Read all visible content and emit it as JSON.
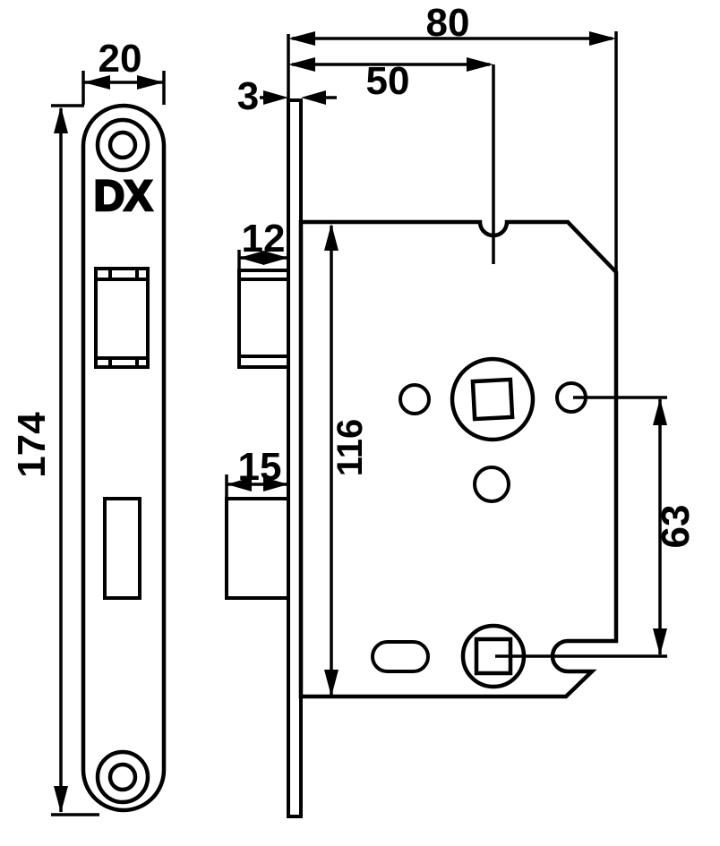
{
  "brand_label": "DX",
  "dimensions": {
    "faceplate_width": "20",
    "faceplate_height": "174",
    "faceplate_thickness": "3",
    "case_depth": "80",
    "backset": "50",
    "latch_projection": "12",
    "deadbolt_projection": "15",
    "case_height": "116",
    "follower_spacing": "63"
  }
}
